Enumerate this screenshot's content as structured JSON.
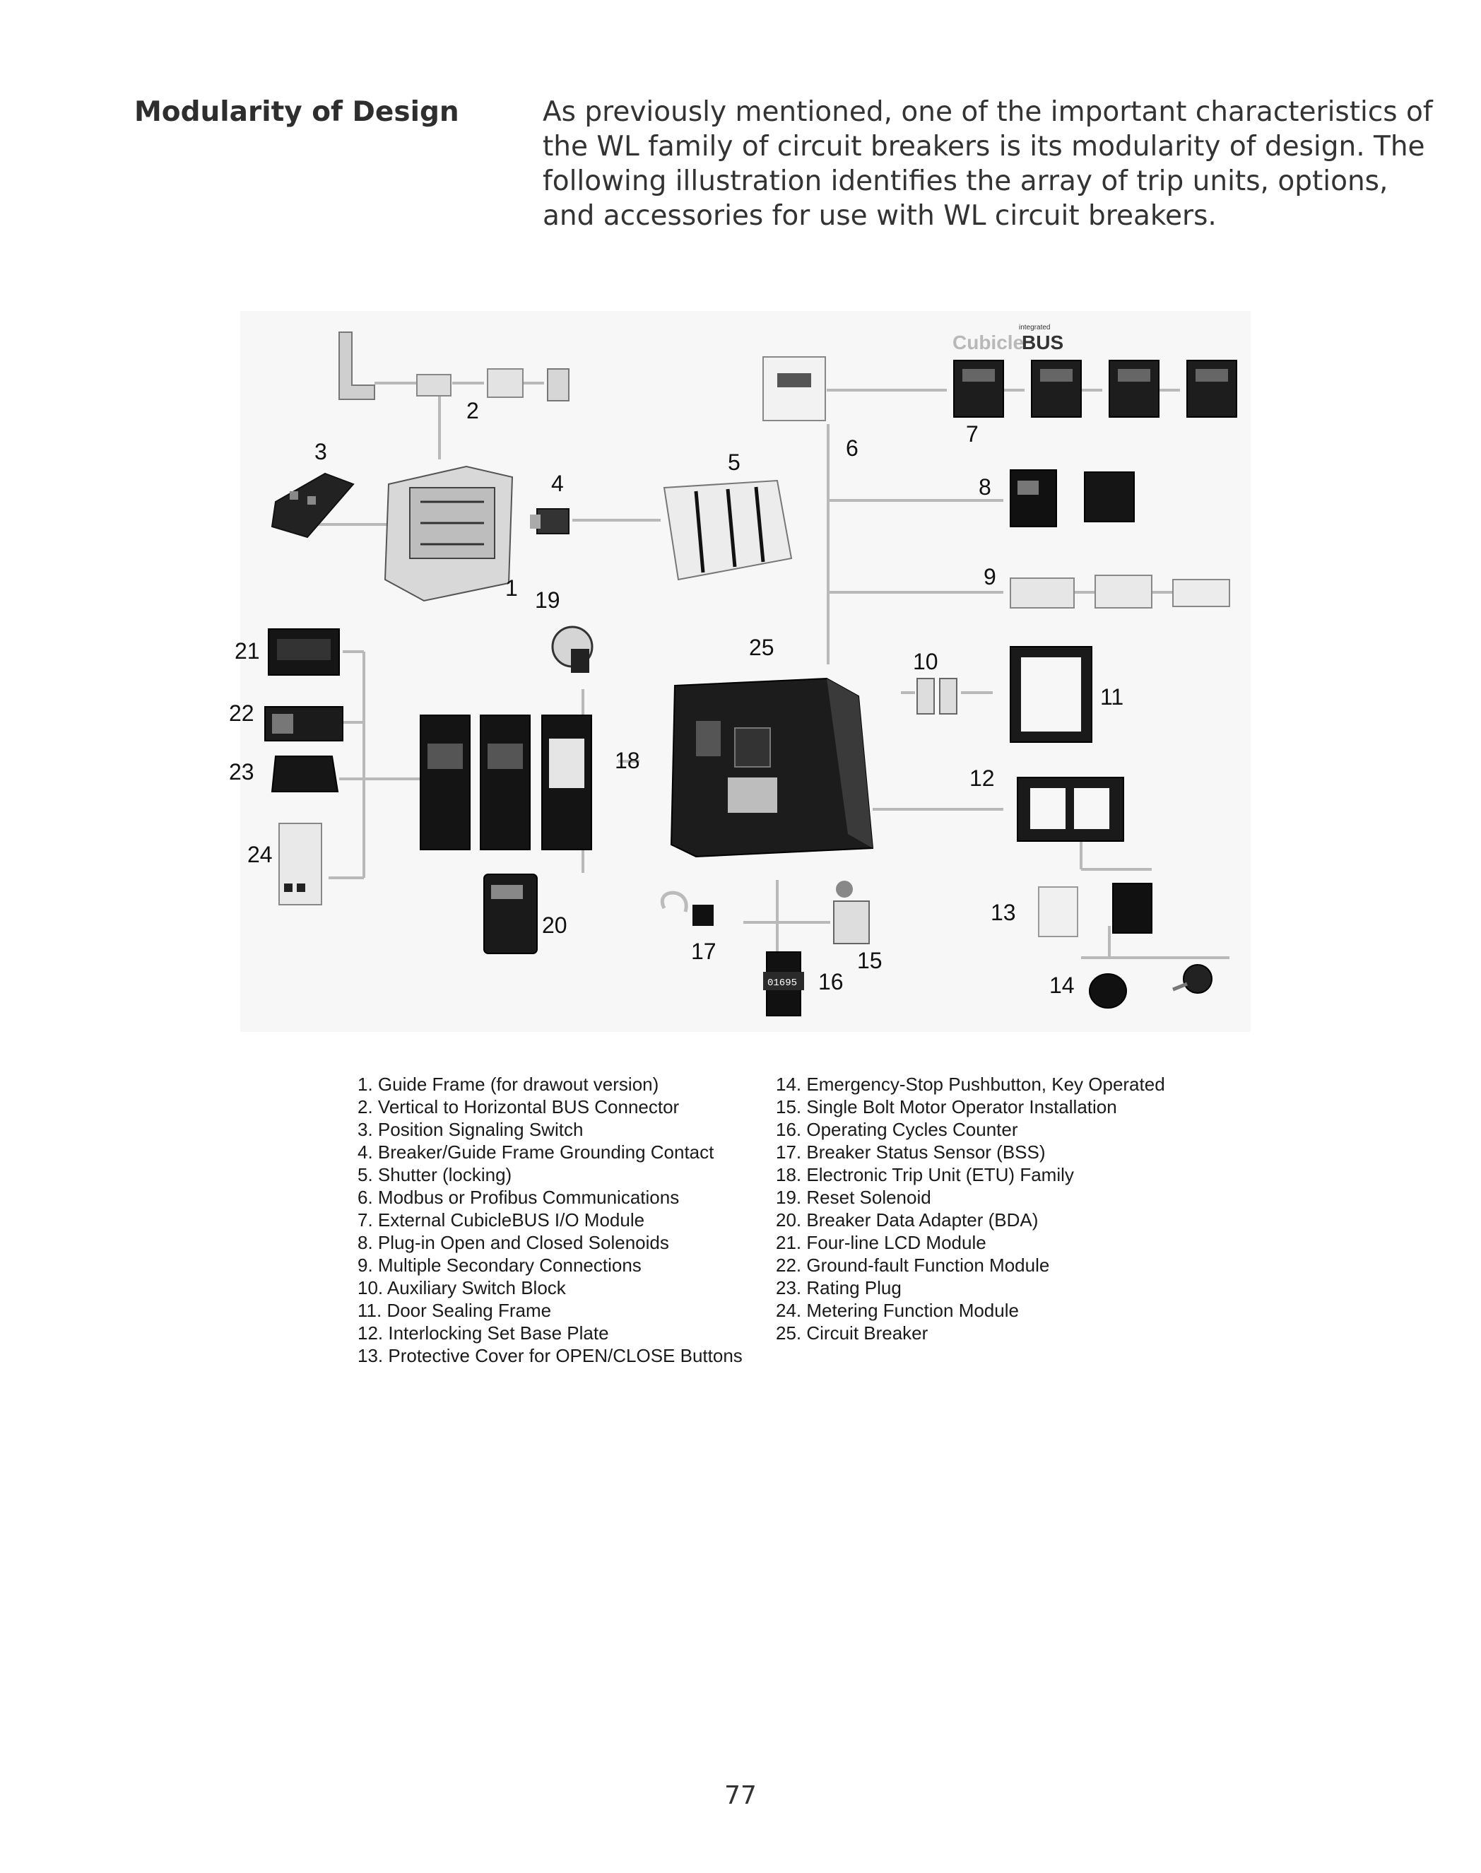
{
  "section": {
    "heading": "Modularity of Design",
    "intro_lines": [
      "As previously mentioned, one of the important characteristics of",
      "the WL family of circuit breakers is its modularity of design. The",
      "following illustration identifies the array of trip units, options,",
      "and accessories for use with WL circuit breakers."
    ]
  },
  "figure": {
    "brand_small": "integrated",
    "brand_a": "Cubicle",
    "brand_b": "BUS",
    "counter_display": "01695",
    "callouts": [
      "1",
      "2",
      "3",
      "4",
      "5",
      "6",
      "7",
      "8",
      "9",
      "10",
      "11",
      "12",
      "13",
      "14",
      "15",
      "16",
      "17",
      "18",
      "19",
      "20",
      "21",
      "22",
      "23",
      "24",
      "25"
    ]
  },
  "legend": {
    "left": [
      "1. Guide Frame (for drawout version)",
      "2. Vertical to Horizontal BUS Connector",
      "3. Position Signaling Switch",
      "4. Breaker/Guide Frame Grounding Contact",
      "5. Shutter (locking)",
      "6. Modbus or Profibus Communications",
      "7. External CubicleBUS I/O Module",
      "8. Plug-in Open and Closed Solenoids",
      "9. Multiple Secondary Connections",
      "10. Auxiliary Switch Block",
      "11. Door Sealing Frame",
      "12. Interlocking Set Base Plate",
      "13. Protective Cover for OPEN/CLOSE Buttons"
    ],
    "right": [
      "14. Emergency-Stop Pushbutton, Key Operated",
      "15. Single Bolt Motor Operator Installation",
      "16. Operating Cycles Counter",
      "17. Breaker Status Sensor (BSS)",
      "18. Electronic Trip Unit (ETU) Family",
      "19. Reset Solenoid",
      "20. Breaker Data Adapter (BDA)",
      "21. Four-line LCD Module",
      "22. Ground-fault Function Module",
      "23. Rating Plug",
      "24. Metering Function Module",
      "25. Circuit Breaker"
    ]
  },
  "page_number": "77"
}
